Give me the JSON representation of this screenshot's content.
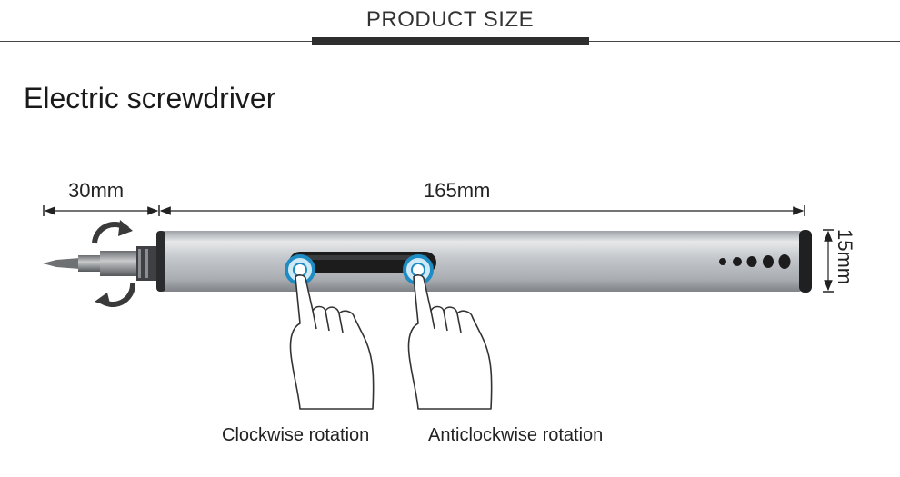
{
  "header": {
    "title": "PRODUCT SIZE"
  },
  "product": {
    "title": "Electric screwdriver"
  },
  "dimensions": {
    "bit_length": "30mm",
    "body_length": "165mm",
    "diameter": "15mm"
  },
  "buttons": {
    "clockwise": "Clockwise rotation",
    "anticlockwise": "Anticlockwise rotation"
  },
  "colors": {
    "accent_ring": "#1e8bc3",
    "body_silver": "#c9ccd0",
    "dark": "#1c1c1c"
  }
}
